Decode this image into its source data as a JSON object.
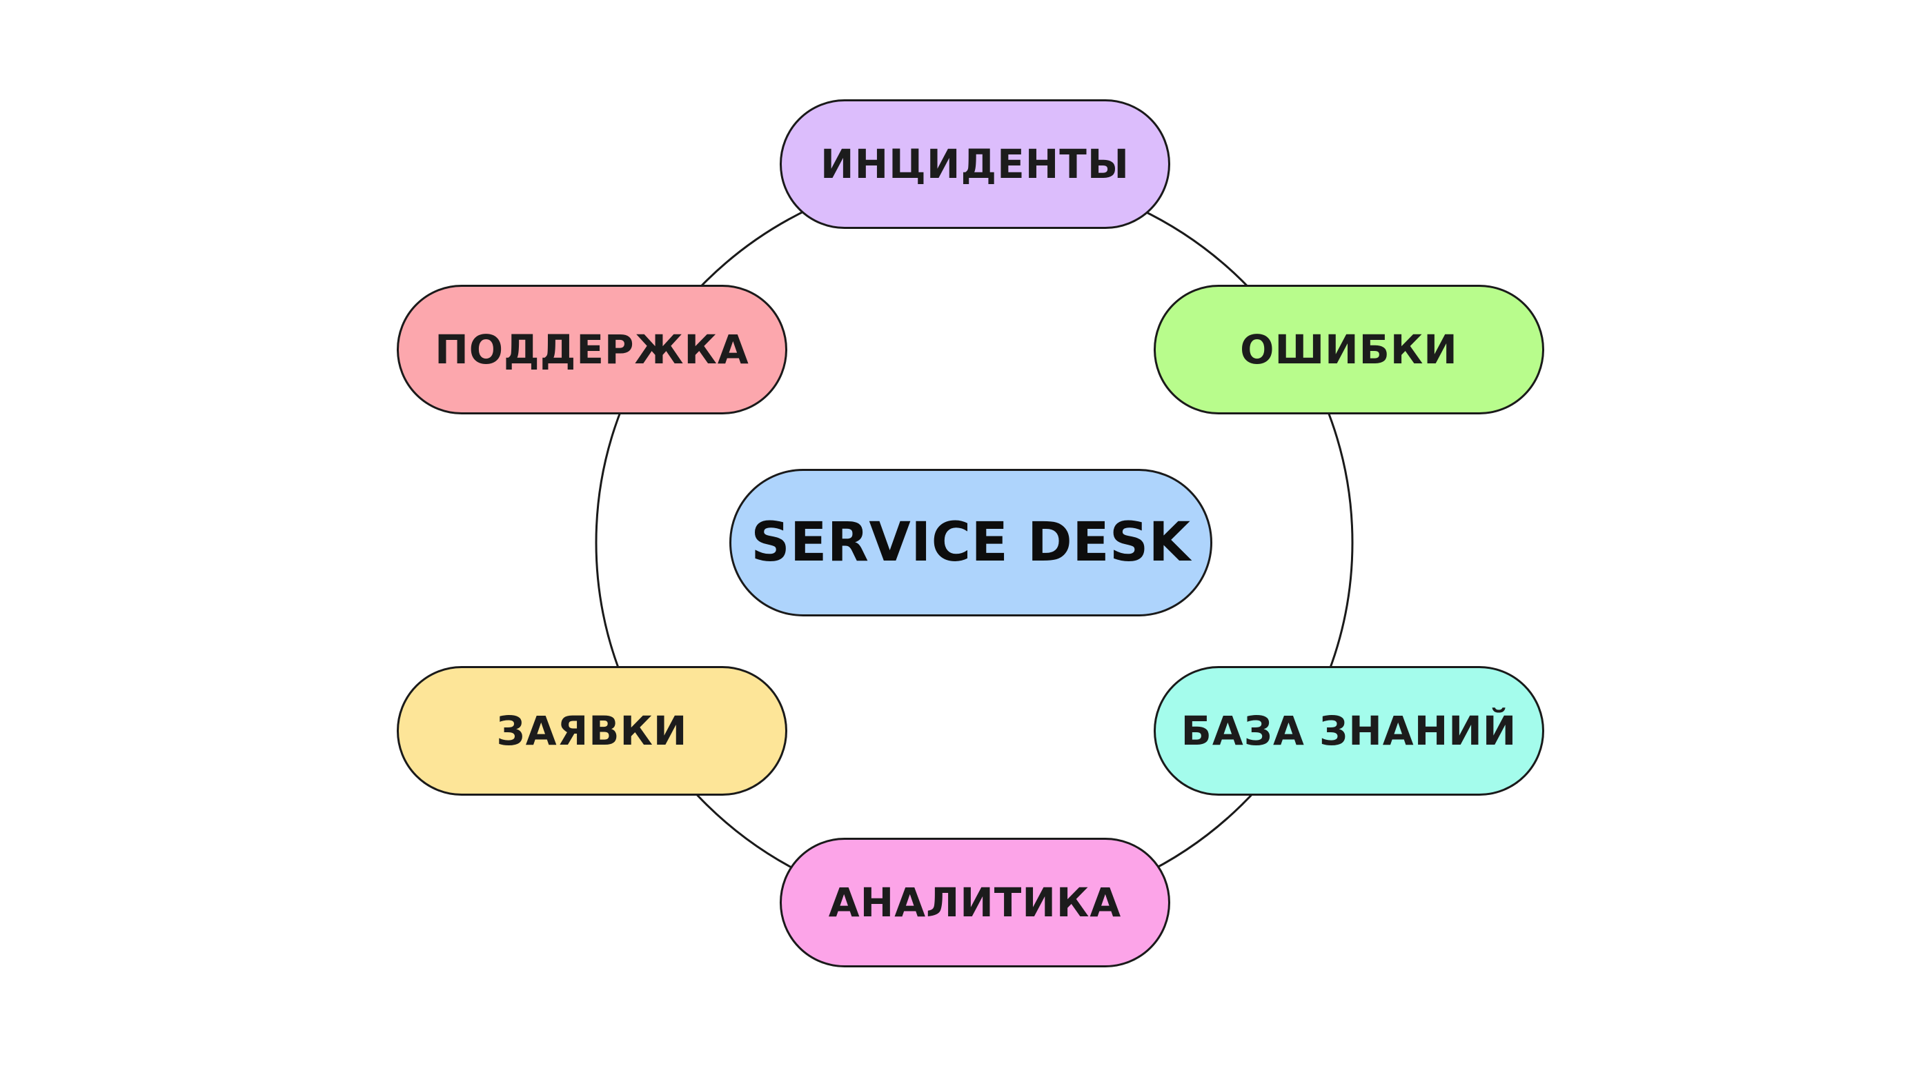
{
  "diagram": {
    "center": {
      "label": "SERVICE DESK",
      "color": "#aed4fc"
    },
    "nodes": [
      {
        "key": "incidents",
        "label": "ИНЦИДЕНТЫ",
        "color": "#dcbdfc"
      },
      {
        "key": "support",
        "label": "ПОДДЕРЖКА",
        "color": "#fca7ad"
      },
      {
        "key": "errors",
        "label": "ОШИБКИ",
        "color": "#b8fc8c"
      },
      {
        "key": "requests",
        "label": "ЗАЯВКИ",
        "color": "#fde598"
      },
      {
        "key": "knowledge_base",
        "label": "БАЗА ЗНАНИЙ",
        "color": "#a4fcec"
      },
      {
        "key": "analytics",
        "label": "АНАЛИТИКА",
        "color": "#fca4e8"
      }
    ],
    "ring_color": "#1a1a1a"
  }
}
